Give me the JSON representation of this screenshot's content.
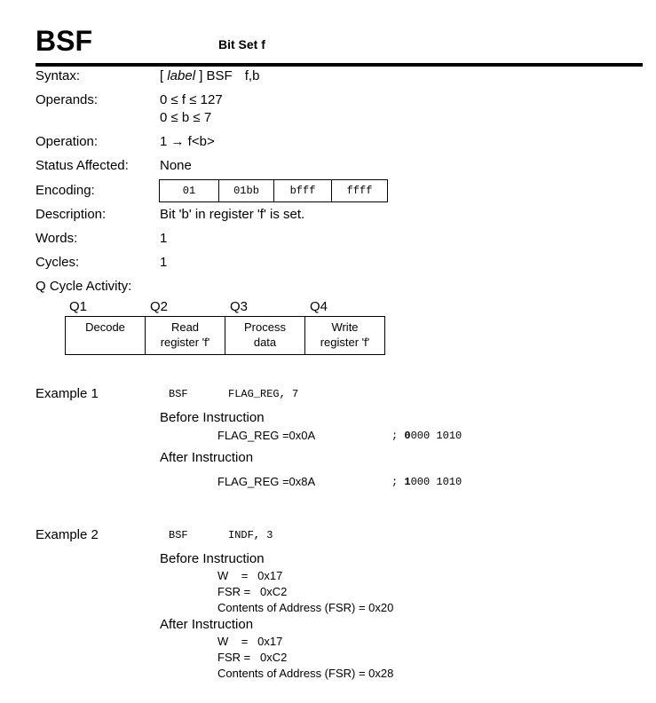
{
  "header": {
    "mnemonic": "BSF",
    "subtitle": "Bit Set f"
  },
  "rows": {
    "syntax": {
      "label": "Syntax:",
      "bracket_open": "[ ",
      "label_word": "label",
      "bracket_close": " ] BSF",
      "args": "f,b"
    },
    "operands": {
      "label": "Operands:",
      "line1": "0 ≤ f ≤ 127",
      "line2": "0 ≤ b ≤ 7"
    },
    "operation": {
      "label": "Operation:",
      "value": "1 → f<b>"
    },
    "status": {
      "label": "Status Affected:",
      "value": "None"
    },
    "encoding": {
      "label": "Encoding:",
      "cells": [
        "01",
        "01bb",
        "bfff",
        "ffff"
      ]
    },
    "description": {
      "label": "Description:",
      "value": "Bit 'b' in register 'f' is set."
    },
    "words": {
      "label": "Words:",
      "value": "1"
    },
    "cycles": {
      "label": "Cycles:",
      "value": "1"
    },
    "qcycle": {
      "label": "Q Cycle Activity:",
      "headers": [
        "Q1",
        "Q2",
        "Q3",
        "Q4"
      ],
      "cells": [
        {
          "line1": "Decode",
          "line2": ""
        },
        {
          "line1": "Read",
          "line2": "register 'f'"
        },
        {
          "line1": "Process",
          "line2": "data"
        },
        {
          "line1": "Write",
          "line2": "register 'f'"
        }
      ]
    }
  },
  "example1": {
    "label": "Example 1",
    "opcode": "BSF",
    "operands": "FLAG_REG, 7",
    "before_label": "Before Instruction",
    "before_value": "FLAG_REG =0x0A",
    "before_comment": ";",
    "before_bin_bold": "0",
    "before_bin_rest": "000 1010",
    "after_label": "After Instruction",
    "after_value": "FLAG_REG =0x8A",
    "after_comment": ";",
    "after_bin_bold": "1",
    "after_bin_rest": "000 1010"
  },
  "example2": {
    "label": "Example 2",
    "opcode": "BSF",
    "operands": "INDF, 3",
    "before_label": "Before Instruction",
    "before_w": "W    =   0x17",
    "before_fsr": "FSR =   0xC2",
    "before_contents": "Contents of Address (FSR) = 0x20",
    "after_label": "After Instruction",
    "after_w": "W    =   0x17",
    "after_fsr": "FSR =   0xC2",
    "after_contents": "Contents of Address (FSR) = 0x28"
  }
}
